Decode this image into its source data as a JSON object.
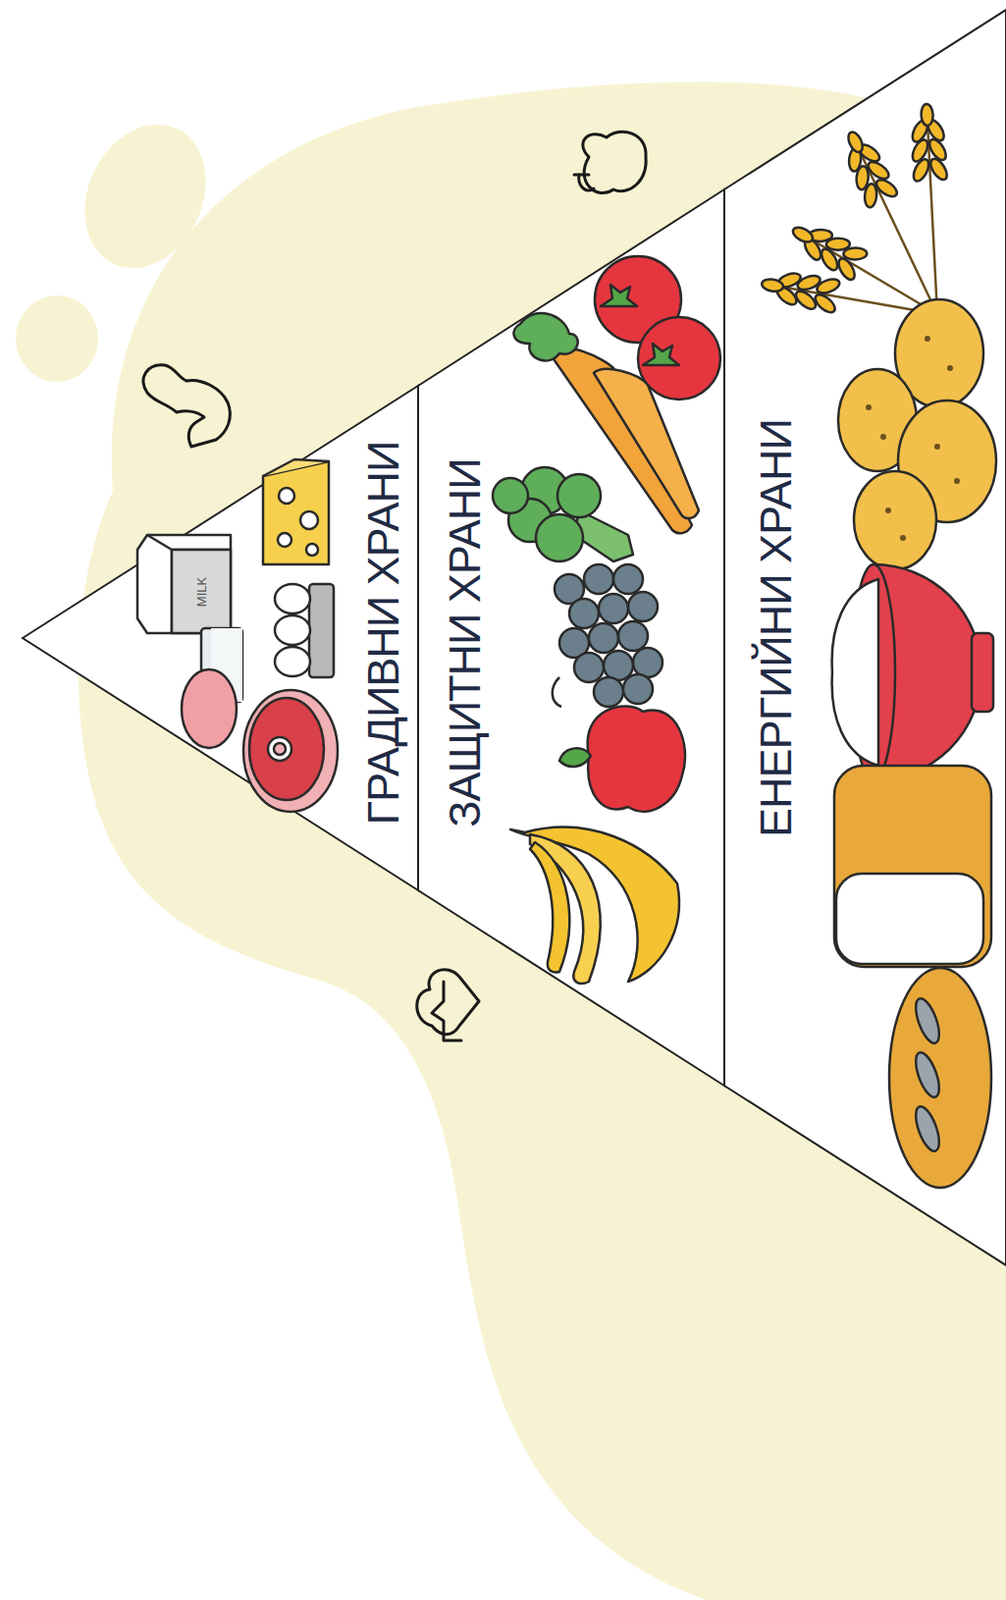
{
  "diagram": {
    "nodes": [
      {
        "text": [
          "ГРАДИВНИ ХРАНИ"
        ]
      },
      {
        "text": [
          "ЗАЩИТНИ ХРАНИ"
        ]
      },
      {
        "text": [
          "ЕНЕРГИЙНИ ХРАНИ"
        ]
      }
    ],
    "labels": [
      "MILK"
    ]
  }
}
